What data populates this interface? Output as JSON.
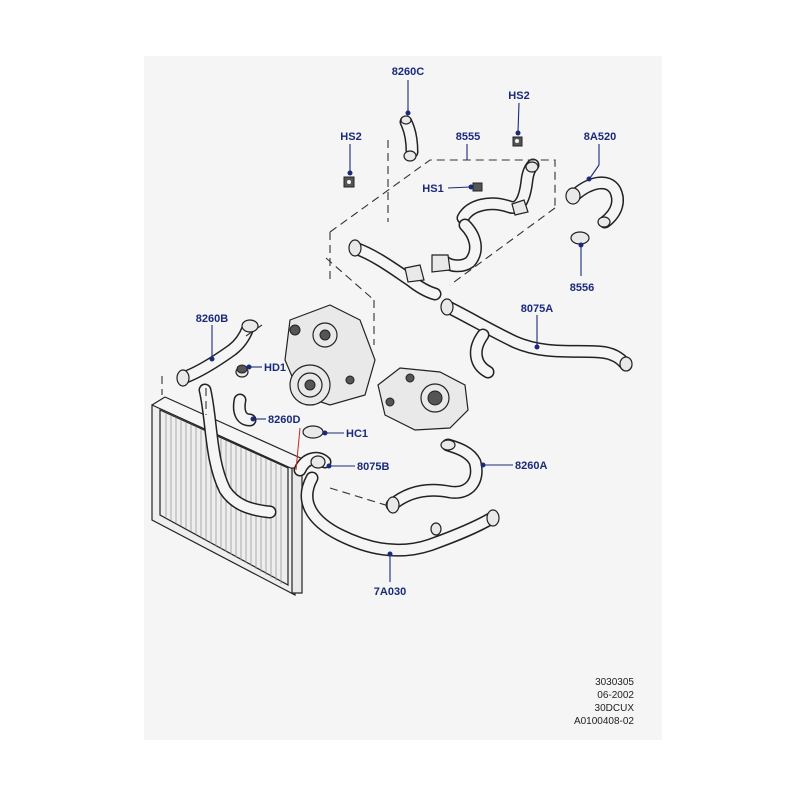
{
  "callouts": {
    "c_8260C": "8260C",
    "c_HS2_top": "HS2",
    "c_HS2_left": "HS2",
    "c_8555": "8555",
    "c_8A520": "8A520",
    "c_HS1": "HS1",
    "c_8556": "8556",
    "c_8260B": "8260B",
    "c_8075A": "8075A",
    "c_HD1": "HD1",
    "c_8260D": "8260D",
    "c_HC1": "HC1",
    "c_8075B": "8075B",
    "c_8260A": "8260A",
    "c_7A030": "7A030"
  },
  "reference": {
    "line1": "3030305",
    "line2": "06-2002",
    "line3": "30DCUX",
    "line4": "A0100408-02"
  },
  "colors": {
    "label": "#1a2a7a",
    "line_art": "#222222",
    "background": "#f5f5f5"
  }
}
